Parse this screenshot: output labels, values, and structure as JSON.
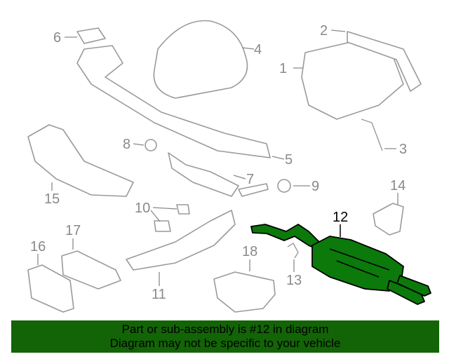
{
  "diagram": {
    "highlight_color": "#0b7a0b",
    "highlighted_part": "12",
    "callouts": [
      {
        "id": "1",
        "label": "1"
      },
      {
        "id": "2",
        "label": "2"
      },
      {
        "id": "3",
        "label": "3"
      },
      {
        "id": "4",
        "label": "4"
      },
      {
        "id": "5",
        "label": "5"
      },
      {
        "id": "6",
        "label": "6"
      },
      {
        "id": "7",
        "label": "7"
      },
      {
        "id": "8",
        "label": "8"
      },
      {
        "id": "9",
        "label": "9"
      },
      {
        "id": "10",
        "label": "10"
      },
      {
        "id": "11",
        "label": "11"
      },
      {
        "id": "12",
        "label": "12"
      },
      {
        "id": "13",
        "label": "13"
      },
      {
        "id": "14",
        "label": "14"
      },
      {
        "id": "15",
        "label": "15"
      },
      {
        "id": "16",
        "label": "16"
      },
      {
        "id": "17",
        "label": "17"
      },
      {
        "id": "18",
        "label": "18"
      }
    ]
  },
  "banner": {
    "color": "#136407",
    "line1": "Part or sub-assembly is #12 in diagram",
    "line2": "Diagram may not be specific to your vehicle"
  }
}
